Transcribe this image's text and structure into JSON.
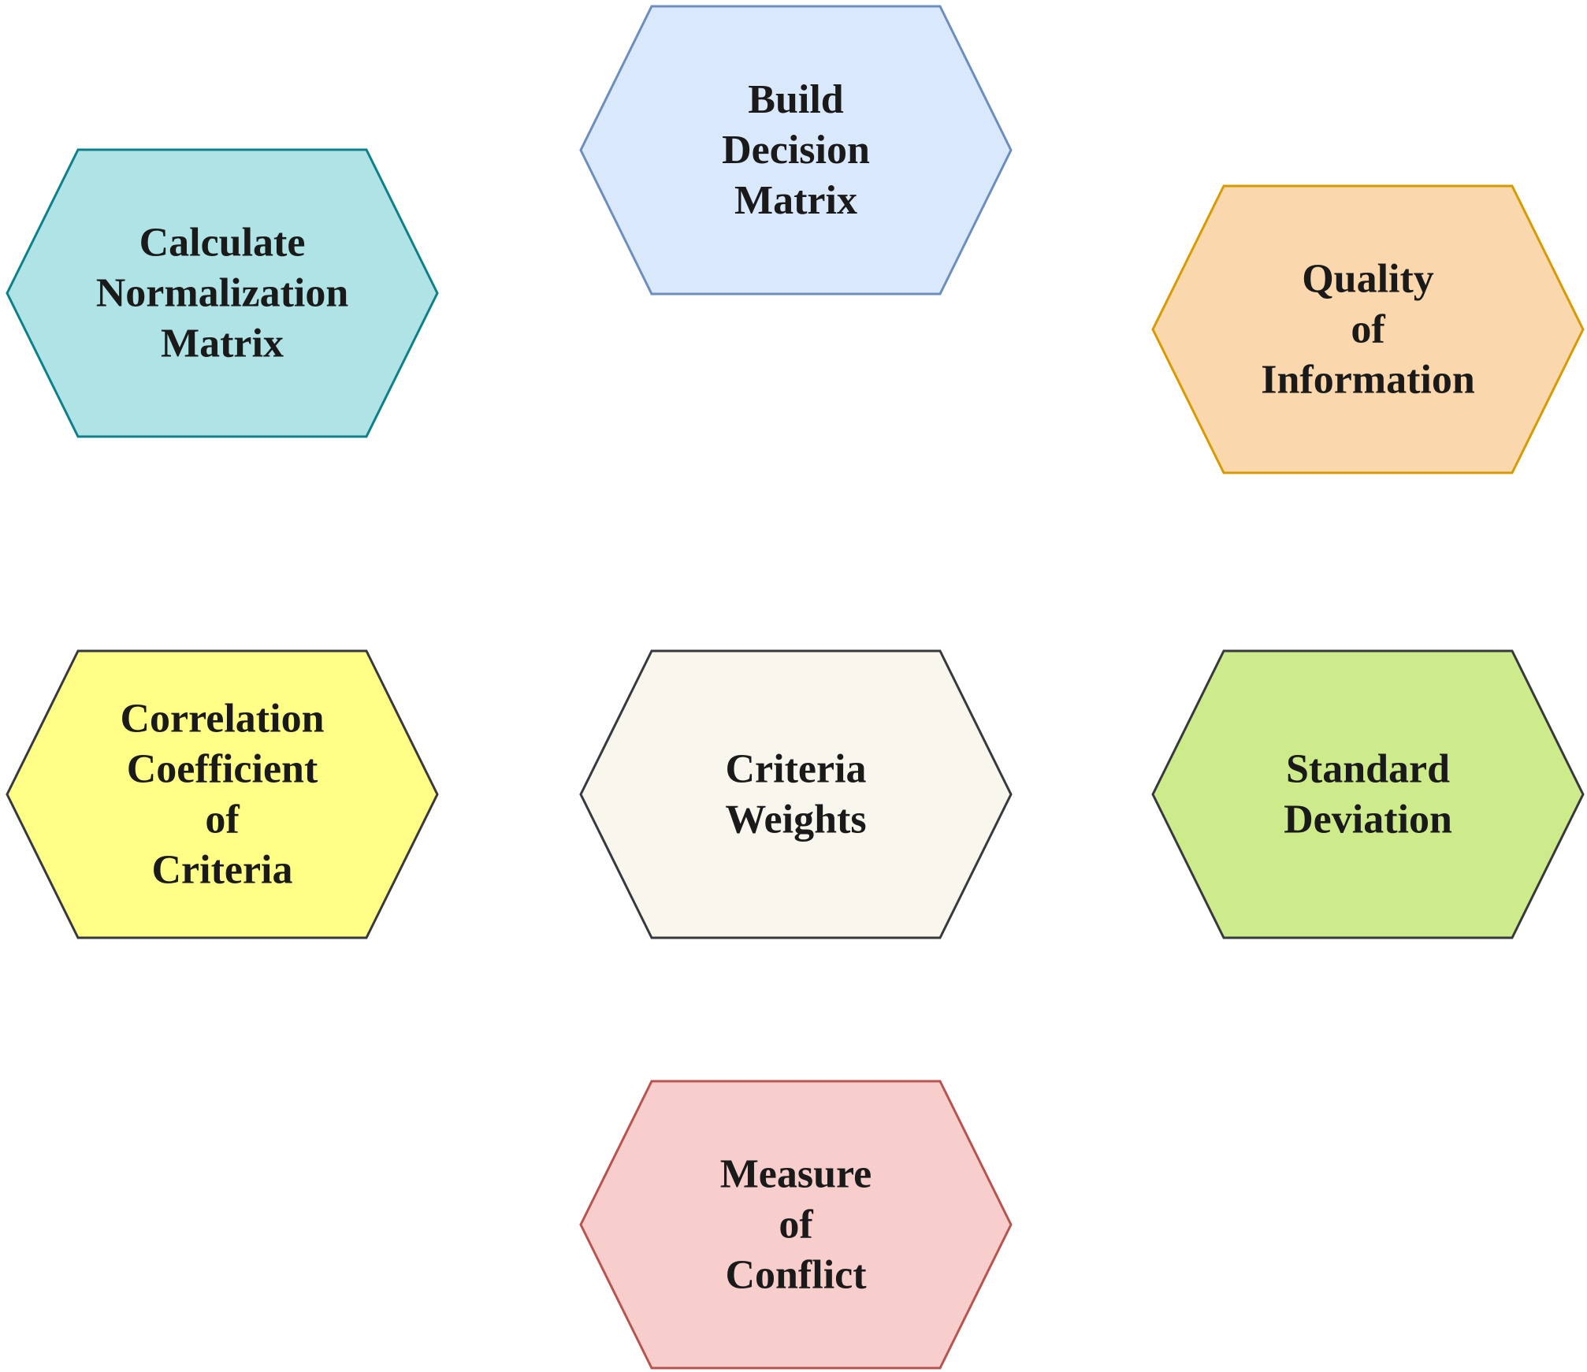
{
  "diagram": {
    "nodes": [
      {
        "id": "build-decision-matrix",
        "lines": [
          "Build",
          "Decision",
          "Matrix"
        ],
        "fill": "#dae8fc",
        "stroke": "#6c8ebf"
      },
      {
        "id": "calculate-normalization-matrix",
        "lines": [
          "Calculate",
          "Normalization",
          "Matrix"
        ],
        "fill": "#b0e3e6",
        "stroke": "#0e8088"
      },
      {
        "id": "quality-of-information",
        "lines": [
          "Quality",
          "of",
          "Information"
        ],
        "fill": "#fad7ac",
        "stroke": "#d79b00"
      },
      {
        "id": "correlation-coefficient-of-criteria",
        "lines": [
          "Correlation",
          "Coefficient",
          "of",
          "Criteria"
        ],
        "fill": "#ffff88",
        "stroke": "#36393d"
      },
      {
        "id": "criteria-weights",
        "lines": [
          "Criteria",
          "Weights"
        ],
        "fill": "#f9f7ed",
        "stroke": "#36393d"
      },
      {
        "id": "standard-deviation",
        "lines": [
          "Standard",
          "Deviation"
        ],
        "fill": "#cdeb8b",
        "stroke": "#36393d"
      },
      {
        "id": "measure-of-conflict",
        "lines": [
          "Measure",
          "of",
          "Conflict"
        ],
        "fill": "#f8cecc",
        "stroke": "#b85450"
      }
    ]
  }
}
